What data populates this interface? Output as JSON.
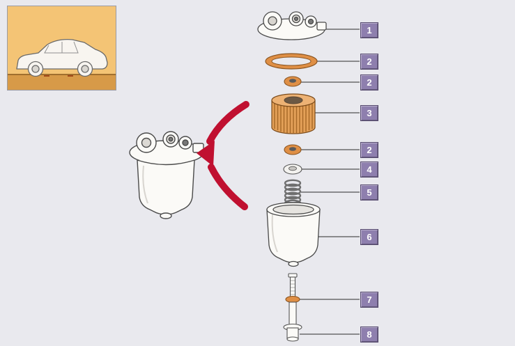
{
  "diagram": {
    "type": "exploded-parts-diagram",
    "subject": "fuel filter assembly"
  },
  "inset": {
    "icon": "car-side-view-icon"
  },
  "labels": [
    {
      "number": "1",
      "part": "filter-head"
    },
    {
      "number": "2",
      "part": "large-o-ring"
    },
    {
      "number": "2",
      "part": "upper-seal-ring"
    },
    {
      "number": "3",
      "part": "filter-element"
    },
    {
      "number": "2",
      "part": "lower-seal-ring"
    },
    {
      "number": "4",
      "part": "washer"
    },
    {
      "number": "5",
      "part": "spring"
    },
    {
      "number": "6",
      "part": "filter-bowl"
    },
    {
      "number": "7",
      "part": "bleed-screw-seal"
    },
    {
      "number": "8",
      "part": "drain-plug"
    }
  ],
  "colors": {
    "background": "#e9e9ee",
    "label_background": "#8e7fae",
    "label_text": "#ffffff",
    "arrow_red": "#c01030",
    "seal_orange": "#df8f45",
    "part_outline": "#4a4a4a",
    "inset_background": "#f4c475",
    "inset_ground": "#d79a48"
  }
}
